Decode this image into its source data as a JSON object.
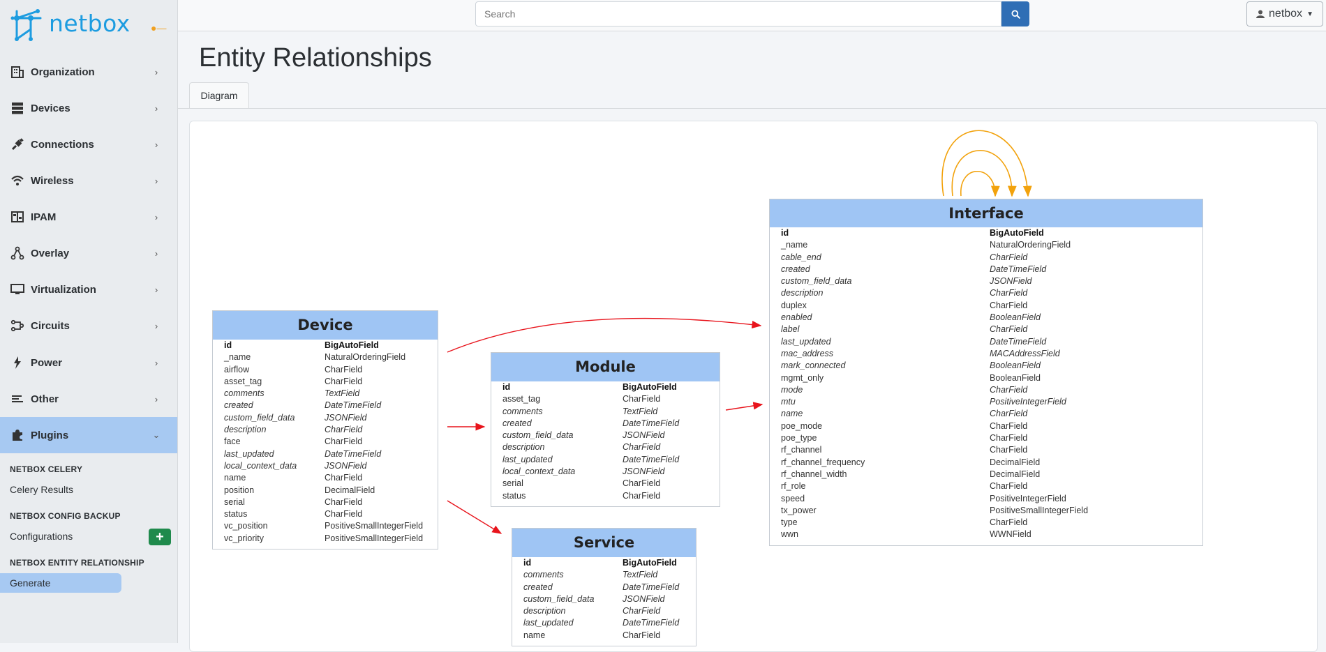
{
  "app": {
    "brand": "netbox",
    "pin_icon": "pin-icon"
  },
  "search": {
    "placeholder": "Search"
  },
  "user": {
    "label": "netbox"
  },
  "sidebar": {
    "items": [
      {
        "label": "Organization",
        "icon": "building-icon"
      },
      {
        "label": "Devices",
        "icon": "server-icon"
      },
      {
        "label": "Connections",
        "icon": "plug-icon"
      },
      {
        "label": "Wireless",
        "icon": "wifi-icon"
      },
      {
        "label": "IPAM",
        "icon": "ipam-icon"
      },
      {
        "label": "Overlay",
        "icon": "overlay-icon"
      },
      {
        "label": "Virtualization",
        "icon": "monitor-icon"
      },
      {
        "label": "Circuits",
        "icon": "circuits-icon"
      },
      {
        "label": "Power",
        "icon": "lightning-icon"
      },
      {
        "label": "Other",
        "icon": "list-icon"
      },
      {
        "label": "Plugins",
        "icon": "puzzle-icon",
        "expanded": true
      }
    ],
    "plugins": {
      "celery_heading": "NETBOX CELERY",
      "celery_results": "Celery Results",
      "config_heading": "NETBOX CONFIG BACKUP",
      "configurations": "Configurations",
      "er_heading": "NETBOX ENTITY RELATIONSHIP",
      "generate": "Generate",
      "add_label": "+"
    }
  },
  "main": {
    "title": "Entity Relationships",
    "tabs": [
      {
        "label": "Diagram",
        "active": true
      }
    ]
  },
  "diagram": {
    "entities": [
      {
        "name": "Device",
        "fields": [
          [
            "id",
            "BigAutoField",
            "pk"
          ],
          [
            "_name",
            "NaturalOrderingField",
            ""
          ],
          [
            "airflow",
            "CharField",
            ""
          ],
          [
            "asset_tag",
            "CharField",
            ""
          ],
          [
            "comments",
            "TextField",
            "it"
          ],
          [
            "created",
            "DateTimeField",
            "it"
          ],
          [
            "custom_field_data",
            "JSONField",
            "it"
          ],
          [
            "description",
            "CharField",
            "it"
          ],
          [
            "face",
            "CharField",
            ""
          ],
          [
            "last_updated",
            "DateTimeField",
            "it"
          ],
          [
            "local_context_data",
            "JSONField",
            "it"
          ],
          [
            "name",
            "CharField",
            ""
          ],
          [
            "position",
            "DecimalField",
            ""
          ],
          [
            "serial",
            "CharField",
            ""
          ],
          [
            "status",
            "CharField",
            ""
          ],
          [
            "vc_position",
            "PositiveSmallIntegerField",
            ""
          ],
          [
            "vc_priority",
            "PositiveSmallIntegerField",
            ""
          ]
        ]
      },
      {
        "name": "Module",
        "fields": [
          [
            "id",
            "BigAutoField",
            "pk"
          ],
          [
            "asset_tag",
            "CharField",
            ""
          ],
          [
            "comments",
            "TextField",
            "it"
          ],
          [
            "created",
            "DateTimeField",
            "it"
          ],
          [
            "custom_field_data",
            "JSONField",
            "it"
          ],
          [
            "description",
            "CharField",
            "it"
          ],
          [
            "last_updated",
            "DateTimeField",
            "it"
          ],
          [
            "local_context_data",
            "JSONField",
            "it"
          ],
          [
            "serial",
            "CharField",
            ""
          ],
          [
            "status",
            "CharField",
            ""
          ]
        ]
      },
      {
        "name": "Service",
        "fields": [
          [
            "id",
            "BigAutoField",
            "pk"
          ],
          [
            "comments",
            "TextField",
            "it"
          ],
          [
            "created",
            "DateTimeField",
            "it"
          ],
          [
            "custom_field_data",
            "JSONField",
            "it"
          ],
          [
            "description",
            "CharField",
            "it"
          ],
          [
            "last_updated",
            "DateTimeField",
            "it"
          ],
          [
            "name",
            "CharField",
            ""
          ]
        ]
      },
      {
        "name": "Interface",
        "fields": [
          [
            "id",
            "BigAutoField",
            "pk"
          ],
          [
            "_name",
            "NaturalOrderingField",
            ""
          ],
          [
            "cable_end",
            "CharField",
            "it"
          ],
          [
            "created",
            "DateTimeField",
            "it"
          ],
          [
            "custom_field_data",
            "JSONField",
            "it"
          ],
          [
            "description",
            "CharField",
            "it"
          ],
          [
            "duplex",
            "CharField",
            ""
          ],
          [
            "enabled",
            "BooleanField",
            "it"
          ],
          [
            "label",
            "CharField",
            "it"
          ],
          [
            "last_updated",
            "DateTimeField",
            "it"
          ],
          [
            "mac_address",
            "MACAddressField",
            "it"
          ],
          [
            "mark_connected",
            "BooleanField",
            "it"
          ],
          [
            "mgmt_only",
            "BooleanField",
            ""
          ],
          [
            "mode",
            "CharField",
            "it"
          ],
          [
            "mtu",
            "PositiveIntegerField",
            "it"
          ],
          [
            "name",
            "CharField",
            "it"
          ],
          [
            "poe_mode",
            "CharField",
            ""
          ],
          [
            "poe_type",
            "CharField",
            ""
          ],
          [
            "rf_channel",
            "CharField",
            ""
          ],
          [
            "rf_channel_frequency",
            "DecimalField",
            ""
          ],
          [
            "rf_channel_width",
            "DecimalField",
            ""
          ],
          [
            "rf_role",
            "CharField",
            ""
          ],
          [
            "speed",
            "PositiveIntegerField",
            ""
          ],
          [
            "tx_power",
            "PositiveSmallIntegerField",
            ""
          ],
          [
            "type",
            "CharField",
            ""
          ],
          [
            "wwn",
            "WWNField",
            ""
          ]
        ]
      }
    ],
    "colors": {
      "header": "#9fc5f4",
      "fk_arrow": "#e8141c",
      "self_arrow": "#f2a20c"
    }
  }
}
